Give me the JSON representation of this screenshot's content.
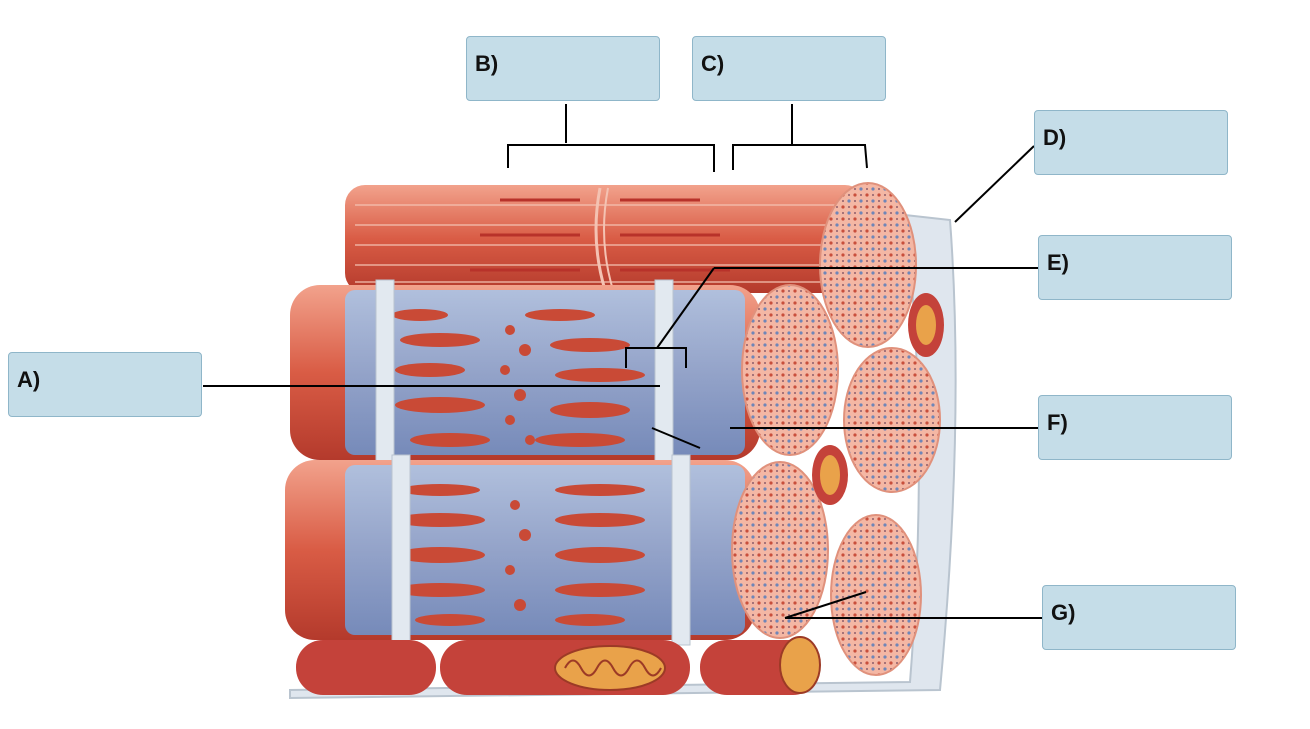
{
  "labels": {
    "a": "A)",
    "b": "B)",
    "c": "C)",
    "d": "D)",
    "e": "E)",
    "f": "F)",
    "g": "G)"
  },
  "colors": {
    "box_fill": "#c5dde8",
    "box_border": "#8fb6c9",
    "myofibril_red": "#d9604a",
    "myofibril_light": "#f0a890",
    "sarcoplasmic_reticulum": "#7fa6d6",
    "t_tubule": "#dde6ee",
    "mitochondrion": "#c4423a",
    "leader_line": "#000000"
  }
}
